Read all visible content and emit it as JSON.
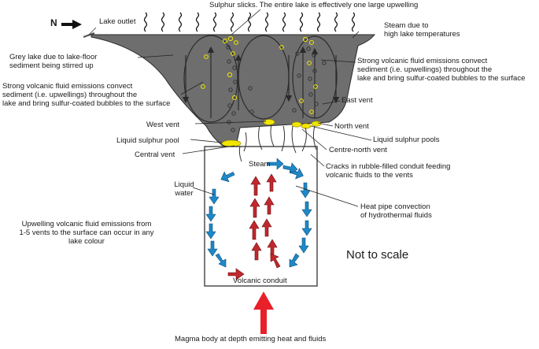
{
  "labels": {
    "north": "N",
    "lake_outlet": "Lake outlet",
    "sulphur_slicks": "Sulphur slicks. The entire lake is effectively one large upwelling",
    "steam_high_temp": "Steam due to\nhigh lake temperatures",
    "grey_lake": "Grey lake due to lake-floor\nsediment being stirred up",
    "strong_left": "Strong volcanic fluid emissions convect\nsediment (i.e. upwellings) throughout the\nlake and bring sulfur-coated bubbles to the surface",
    "strong_right": "Strong volcanic fluid emissions convect\nsediment (i.e. upwellings) throughout the\nlake and bring sulfur-coated bubbles to the surface",
    "east_vent": "East vent",
    "north_vent": "North vent",
    "west_vent": "West vent",
    "liquid_sulphur_pool": "Liquid sulphur pool",
    "central_vent": "Central vent",
    "liquid_sulphur_pools": "Liquid sulphur pools",
    "centre_north_vent": "Centre-north vent",
    "steam": "Steam",
    "cracks": "Cracks in rubble-filled conduit feeding\nvolcanic fluids to the vents",
    "liquid_water": "Liquid\nwater",
    "heat_pipe": "Heat pipe convection\nof hydrothermal fluids",
    "upwelling_note": "Upwelling volcanic fluid emissions from\n1-5 vents to the surface can occur in any\nlake colour",
    "not_to_scale": "Not to scale",
    "volcanic_conduit": "Volcanic conduit",
    "magma": "Magma body at depth emitting heat and fluids"
  },
  "colors": {
    "lake_fill": "#6e6e6e",
    "lake_outline": "#2a2a2a",
    "sulphur": "#f2e600",
    "liquid_water_arrow": "#1e88c8",
    "steam_arrow": "#c0282d",
    "magma_arrow": "#e8202a"
  },
  "icons": {
    "north_arrow": "right-arrow-icon",
    "steam_wisps": "wavy-line-icon"
  }
}
